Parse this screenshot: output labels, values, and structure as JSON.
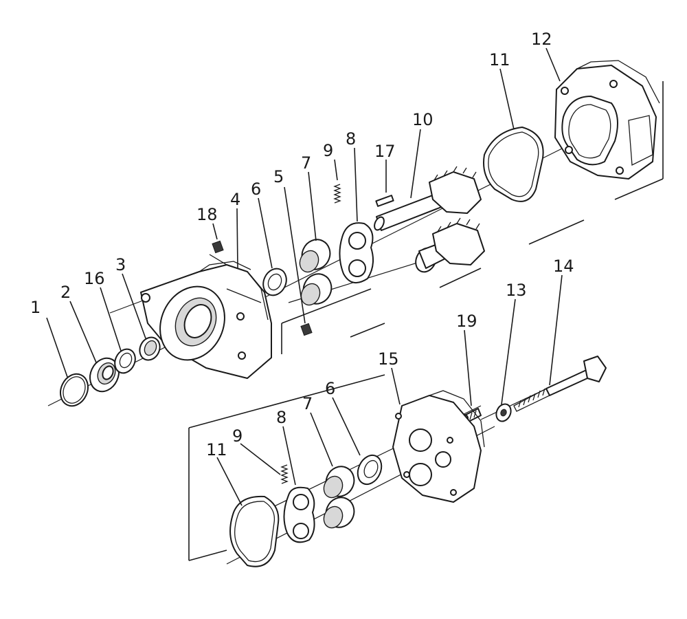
{
  "callouts": {
    "c1": "1",
    "c2": "2",
    "c16": "16",
    "c3": "3",
    "c18": "18",
    "c4": "4",
    "c6a": "6",
    "c5": "5",
    "c7a": "7",
    "c9a": "9",
    "c8a": "8",
    "c17": "17",
    "c10": "10",
    "c11a": "11",
    "c12": "12",
    "c14": "14",
    "c13": "13",
    "c19": "19",
    "c15": "15",
    "c6b": "6",
    "c7b": "7",
    "c8b": "8",
    "c9b": "9",
    "c11b": "11"
  }
}
